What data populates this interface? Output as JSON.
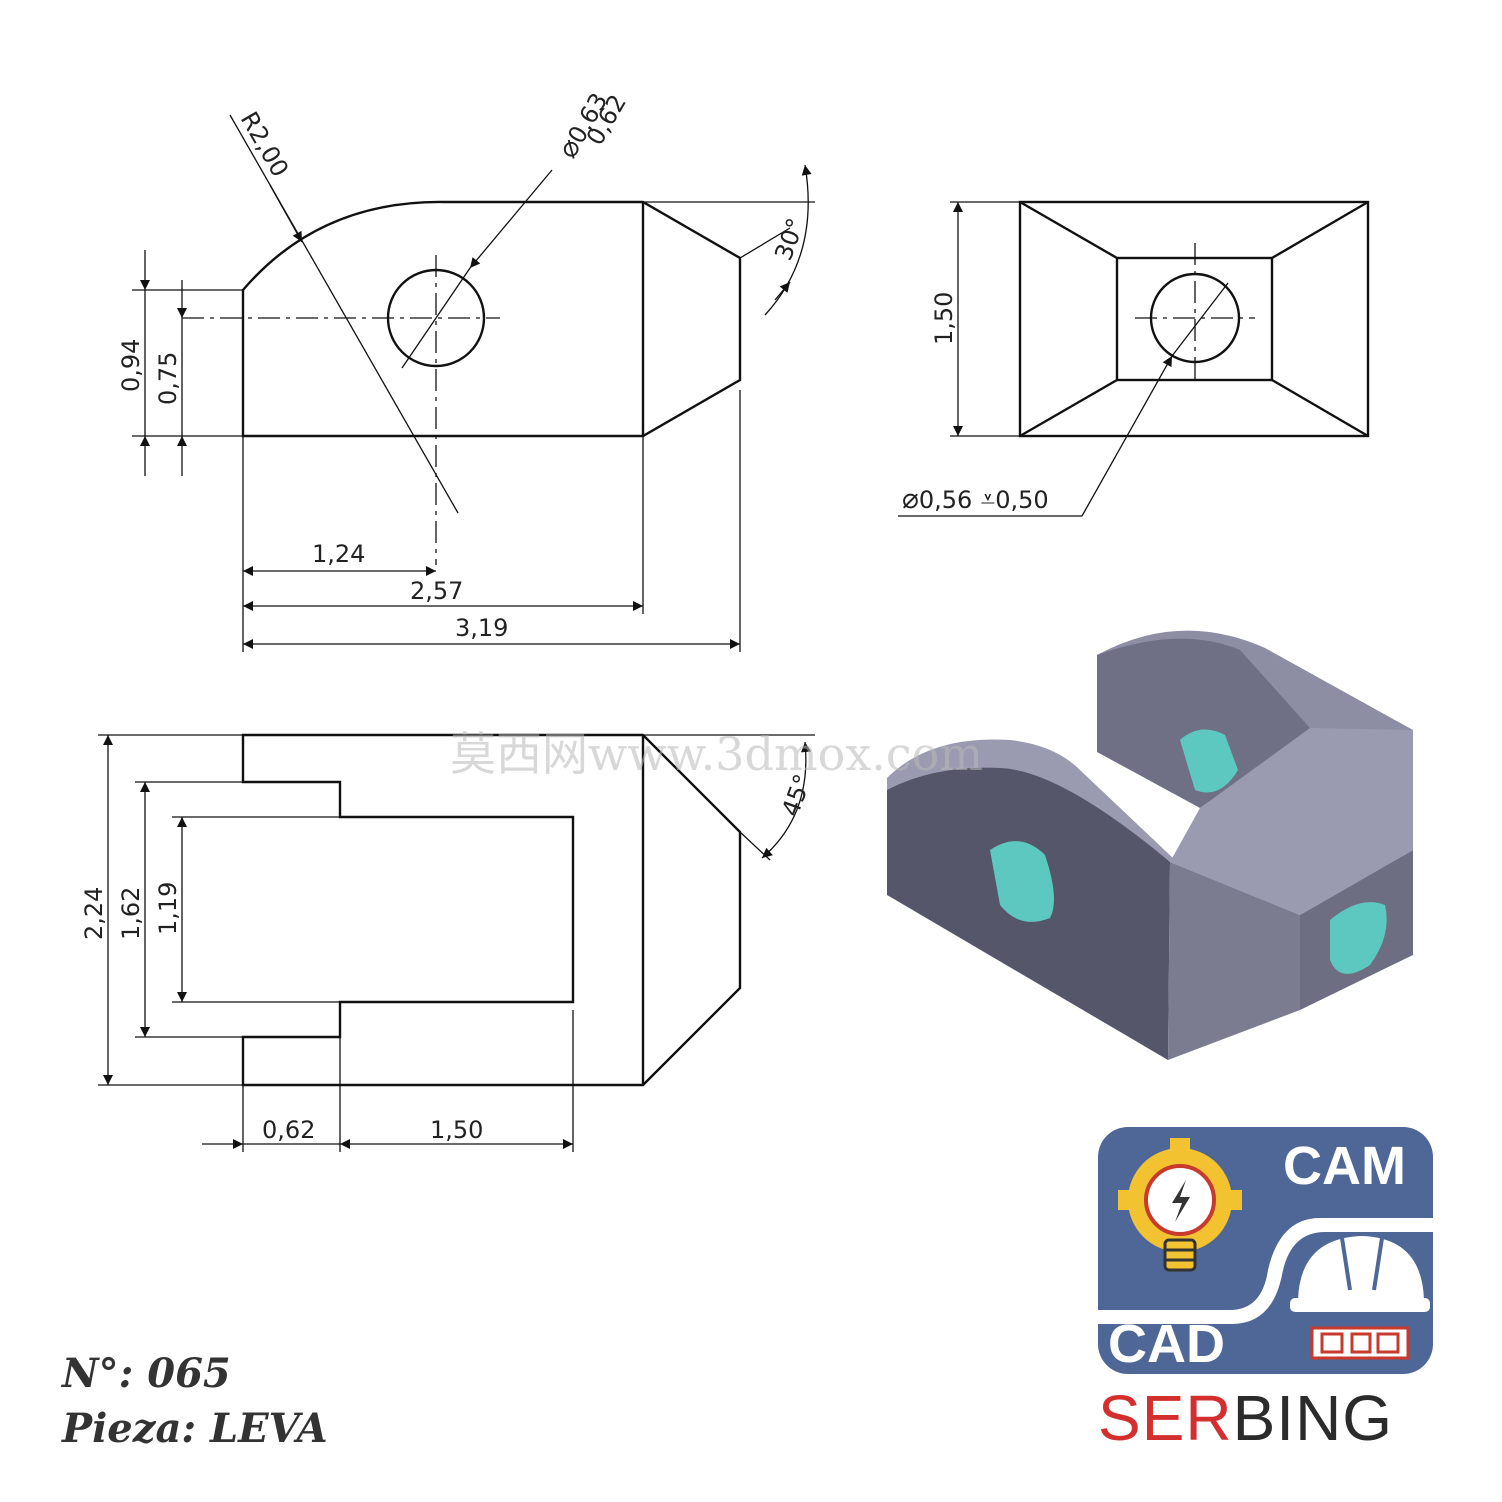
{
  "title": {
    "number": "N°: 065",
    "part": "Pieza: LEVA"
  },
  "front_view": {
    "radius": "R2,00",
    "hole_dia_max": "0,63",
    "hole_dia_min": "0,62",
    "angle": "30°",
    "height_outer": "0,94",
    "height_inner": "0,75",
    "len_hole": "1,24",
    "len_body": "2,57",
    "len_total": "3,19"
  },
  "side_view": {
    "height": "1,50",
    "hole_callout_dia": "0,56",
    "hole_callout_depth": "0,50"
  },
  "top_view": {
    "width_total": "2,24",
    "width_mid": "1,62",
    "width_slot": "1,19",
    "angle": "45°",
    "len_step": "0,62",
    "len_slot": "1,50"
  },
  "watermark": "莫西网www.3dmox.com",
  "logo": {
    "cam": "CAM",
    "cad": "CAD",
    "brand_red": "SER",
    "brand_dark": "BING",
    "colors": {
      "panel": "#4f6796",
      "red": "#d32f2f",
      "dark": "#2b2b2b",
      "yellow": "#f2c230"
    }
  },
  "colors": {
    "line": "#111111",
    "iso_face_light": "#9a9bb0",
    "iso_face_mid": "#7b7c90",
    "iso_face_dark": "#55566a",
    "iso_hole": "#5cc8c0"
  }
}
